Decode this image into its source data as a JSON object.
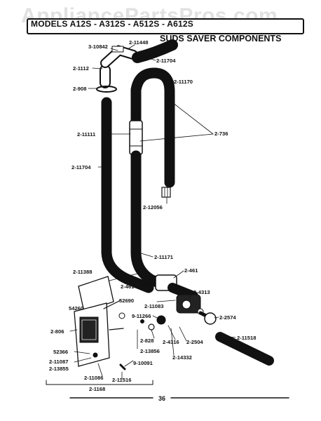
{
  "watermark": "AppliancePartsPros.com",
  "header": {
    "models": "MODELS A12S - A312S - A512S - A612S",
    "section_title": "SUDS SAVER COMPONENTS"
  },
  "page_number": "36",
  "callouts": {
    "c1": "3-10842",
    "c2": "2-11448",
    "c3": "2-11704",
    "c4": "2-1112",
    "c5": "2-11170",
    "c6": "2-908",
    "c7": "2-11111",
    "c8": "2-736",
    "c9": "2-11704",
    "c10": "2-12056",
    "c11": "2-11171",
    "c12": "2-11388",
    "c13": "2-461",
    "c14": "2-461",
    "c15": "2-4313",
    "c16": "52690",
    "c17": "2-11083",
    "c18": "54260",
    "c19": "9-11266",
    "c20": "2-2574",
    "c21": "2-806",
    "c22": "2-828",
    "c23": "2-4316",
    "c24": "2-2504",
    "c25": "2-11518",
    "c26": "2-13856",
    "c27": "52366",
    "c28": "2-14332",
    "c29": "2-11087",
    "c30": "2-13855",
    "c31": "9-10091",
    "c32": "2-11086",
    "c33": "2-11516",
    "c34": "2-1168"
  }
}
